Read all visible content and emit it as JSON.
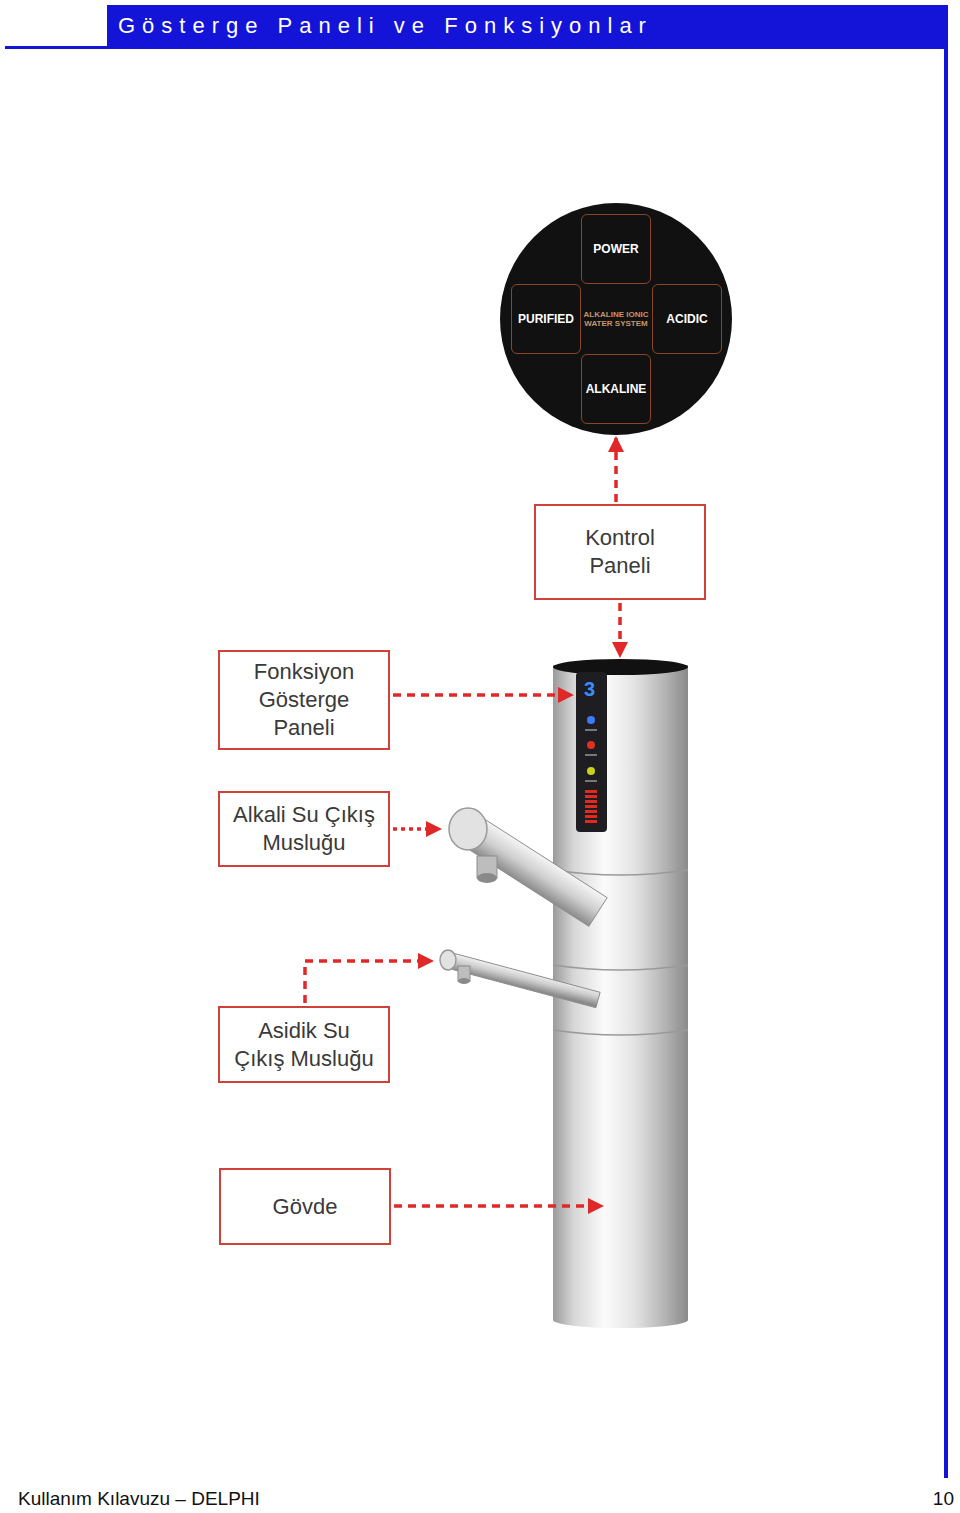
{
  "diagram": {
    "title": "Gösterge Paneli ve Fonksiyonlar",
    "nodes": [
      {
        "text": [
          "ALKALINE IONIC WATER SYSTEM"
        ]
      },
      {
        "text": [
          "POWER"
        ],
        "in": 0
      },
      {
        "text": [
          "PURIFIED"
        ],
        "in": 0
      },
      {
        "text": [
          "ACIDIC"
        ],
        "in": 0
      },
      {
        "text": [
          "ALKALINE"
        ],
        "in": 0
      },
      {
        "text": [
          "Kontrol Paneli"
        ]
      },
      {
        "text": [
          "Fonksiyon Gösterge Paneli"
        ]
      },
      {
        "text": [
          "Alkali Su Çıkış Musluğu"
        ]
      },
      {
        "text": [
          "Asidik Su Çıkış Musluğu"
        ]
      },
      {
        "text": [
          "Gövde"
        ]
      }
    ],
    "edges": [
      {
        "from": 5,
        "to": 0,
        "arrow": "to"
      }
    ],
    "labels": [
      "3",
      "Kullanım Kılavuzu – DELPHI",
      "10"
    ]
  }
}
